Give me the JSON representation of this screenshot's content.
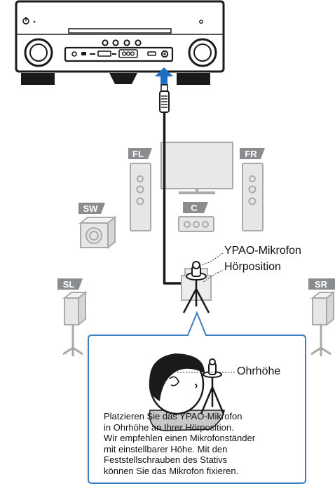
{
  "labels": {
    "microphone": "YPAO-Mikrofon",
    "listening_position": "Hörposition",
    "ear_height": "Ohrhöhe"
  },
  "speakers": {
    "front_left": "FL",
    "front_right": "FR",
    "center": "C",
    "subwoofer": "SW",
    "surround_left": "SL",
    "surround_right": "SR"
  },
  "instructions": [
    "Platzieren Sie das YPAO-Mikrofon",
    "in Ohrhöhe an Ihrer Hörposition.",
    "Wir empfehlen einen Mikrofonständer",
    "mit einstellbarer Höhe. Mit den",
    "Feststellschrauben des Stativs",
    "können Sie das Mikrofon fixieren."
  ],
  "colors": {
    "badge": "#8a8c8e",
    "outline": "#1a1a1a",
    "arrow": "#1e6fc1",
    "callout_border": "#3a7fbf",
    "speaker_fill": "#e6e6e6",
    "tv_fill": "#e8e8e8"
  }
}
